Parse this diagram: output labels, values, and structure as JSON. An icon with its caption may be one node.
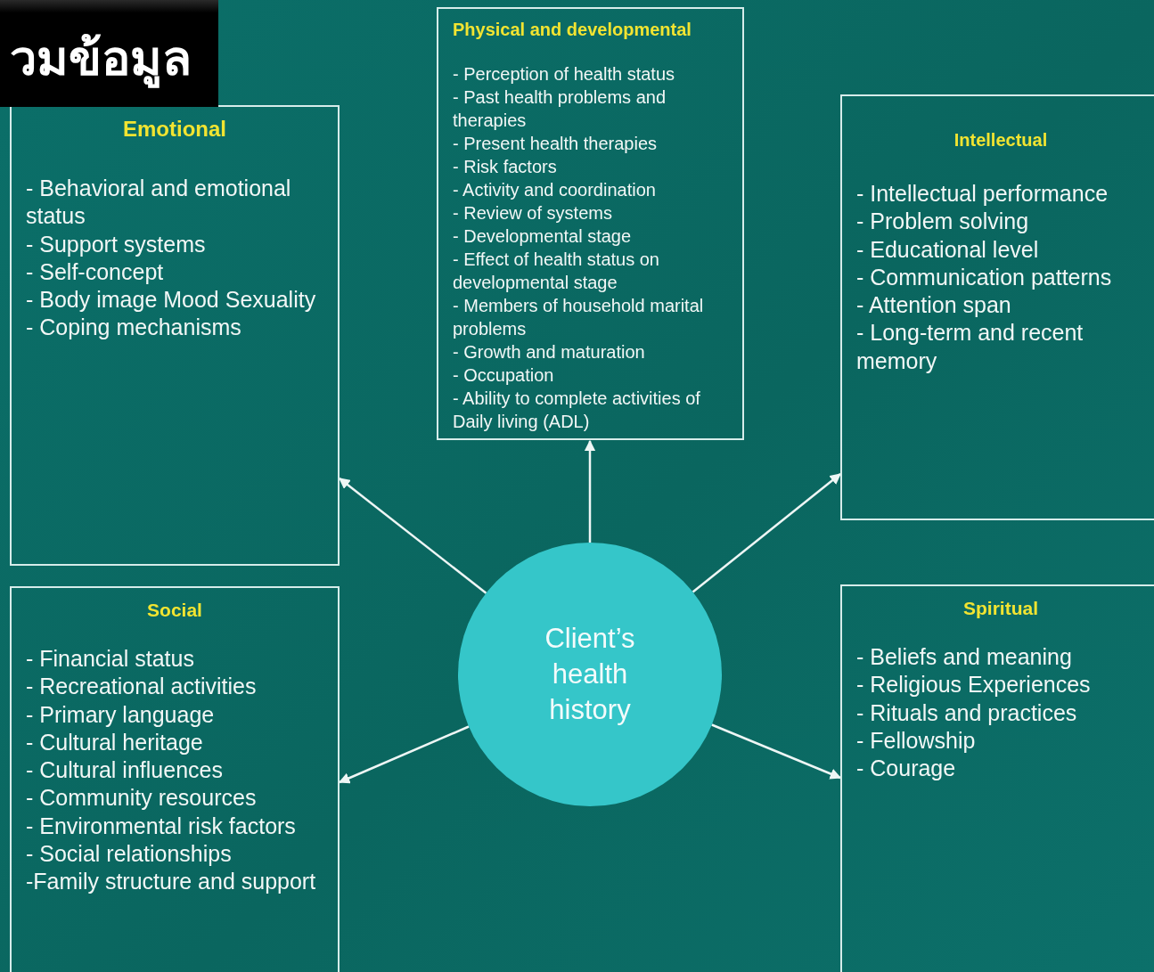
{
  "diagram": {
    "title": "วมข้อมูล",
    "nodes": [
      {
        "text": [
          "Physical and developmental",
          "- Perception of health status",
          "- Past health problems and therapies",
          "- Present health therapies",
          "- Risk factors",
          "- Activity and coordination",
          "- Review of systems",
          "- Developmental stage",
          "- Effect of health status on developmental stage",
          "- Members of household marital problems",
          "- Growth and maturation",
          "- Occupation",
          "- Ability to complete activities of Daily living (ADL)"
        ]
      },
      {
        "text": [
          "Emotional",
          "- Behavioral and emotional status",
          "- Support systems",
          "- Self-concept",
          "- Body image Mood Sexuality",
          "- Coping mechanisms"
        ]
      },
      {
        "text": [
          "Intellectual",
          "- Intellectual performance",
          "- Problem solving",
          "- Educational level",
          "- Communication patterns",
          "- Attention span",
          "- Long-term and recent memory"
        ]
      },
      {
        "text": [
          "Client’s health history"
        ]
      },
      {
        "text": [
          "Social",
          "- Financial status",
          "- Recreational activities",
          "- Primary language",
          "- Cultural heritage",
          "- Cultural influences",
          "- Community resources",
          "- Environmental risk factors",
          "- Social relationships",
          "-Family structure and support"
        ]
      },
      {
        "text": [
          "Spiritual",
          "- Beliefs and meaning",
          "- Religious Experiences",
          "- Rituals and practices",
          "- Fellowship",
          "- Courage"
        ]
      }
    ],
    "edges": [
      {
        "from": 3,
        "to": 0,
        "arrow": "to"
      },
      {
        "from": 3,
        "to": 1,
        "arrow": "to"
      },
      {
        "from": 3,
        "to": 2,
        "arrow": "to"
      },
      {
        "from": 3,
        "to": 4,
        "arrow": "to"
      },
      {
        "from": 3,
        "to": 5,
        "arrow": "to"
      }
    ]
  }
}
